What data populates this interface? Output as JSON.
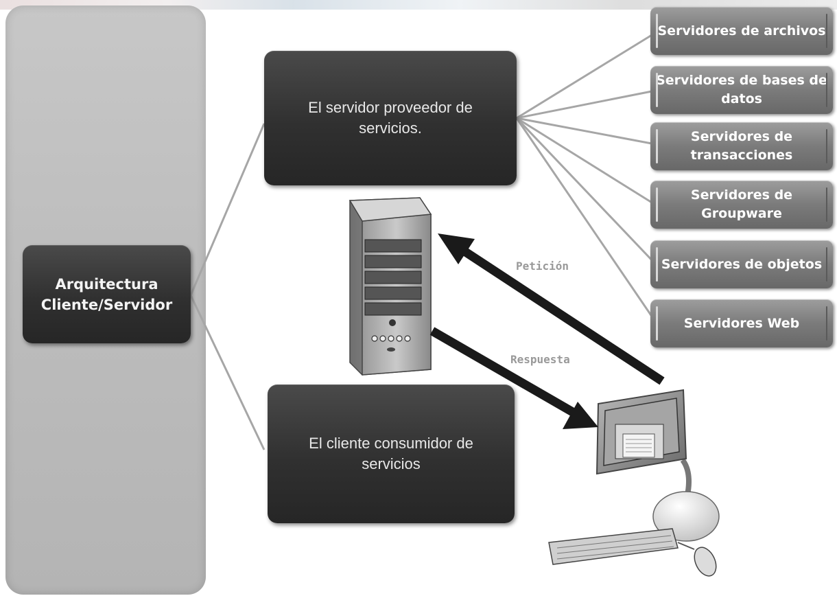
{
  "diagram": {
    "root": {
      "label": "Arquitectura\nCliente/Servidor"
    },
    "server_node": {
      "label": "El servidor proveedor de servicios."
    },
    "client_node": {
      "label": "El cliente consumidor de servicios"
    },
    "server_types": [
      {
        "label": "Servidores de archivos"
      },
      {
        "label": "Servidores de bases de datos"
      },
      {
        "label": "Servidores de transacciones"
      },
      {
        "label": "Servidores de Groupware"
      },
      {
        "label": "Servidores de objetos"
      },
      {
        "label": "Servidores Web"
      }
    ],
    "arrows": {
      "request_label": "Petición",
      "response_label": "Respuesta"
    }
  },
  "colors": {
    "panel": "#bdbdbd",
    "dark_box": "#303030",
    "leaf_box": "#7b7b7b",
    "connector": "#a8a8a8",
    "arrow": "#1a1a1a"
  }
}
